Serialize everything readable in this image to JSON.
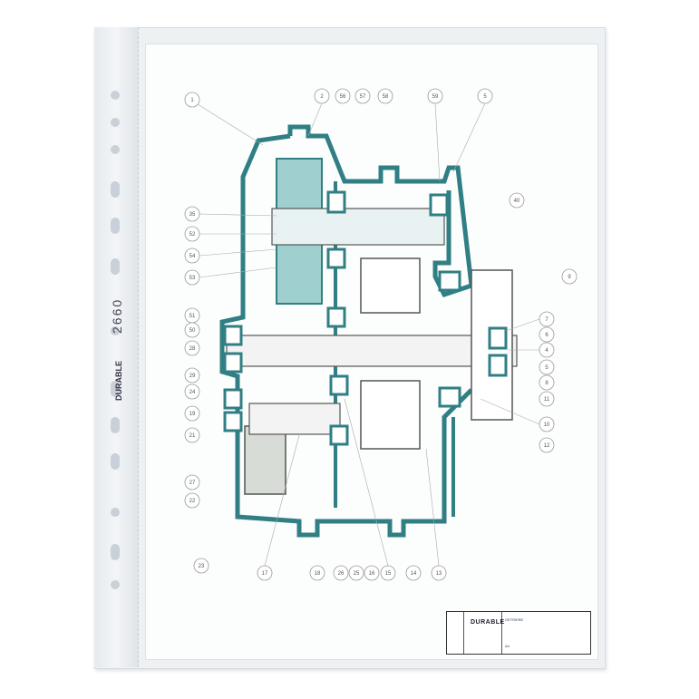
{
  "product": {
    "brand": "DURABLE",
    "model_number": "2660"
  },
  "drawing": {
    "labels_left": [
      "1",
      "35",
      "52",
      "54",
      "53",
      "51",
      "50",
      "28",
      "29",
      "24",
      "19",
      "21",
      "27",
      "22",
      "23"
    ],
    "labels_top": [
      "2",
      "56",
      "57",
      "58",
      "59",
      "5"
    ],
    "labels_right": [
      "40",
      "9",
      "7",
      "6",
      "4",
      "5",
      "8",
      "11",
      "10",
      "12"
    ],
    "labels_bottom": [
      "17",
      "18",
      "26",
      "25",
      "16",
      "15",
      "14",
      "13"
    ],
    "title_block": {
      "logo": "DURABLE",
      "title": "GETRIEBE",
      "sheet": "A4"
    }
  },
  "colors": {
    "housing": "#2f7f84",
    "gear_fill": "#9fd0cf",
    "sleeve": "#eef1f4"
  }
}
